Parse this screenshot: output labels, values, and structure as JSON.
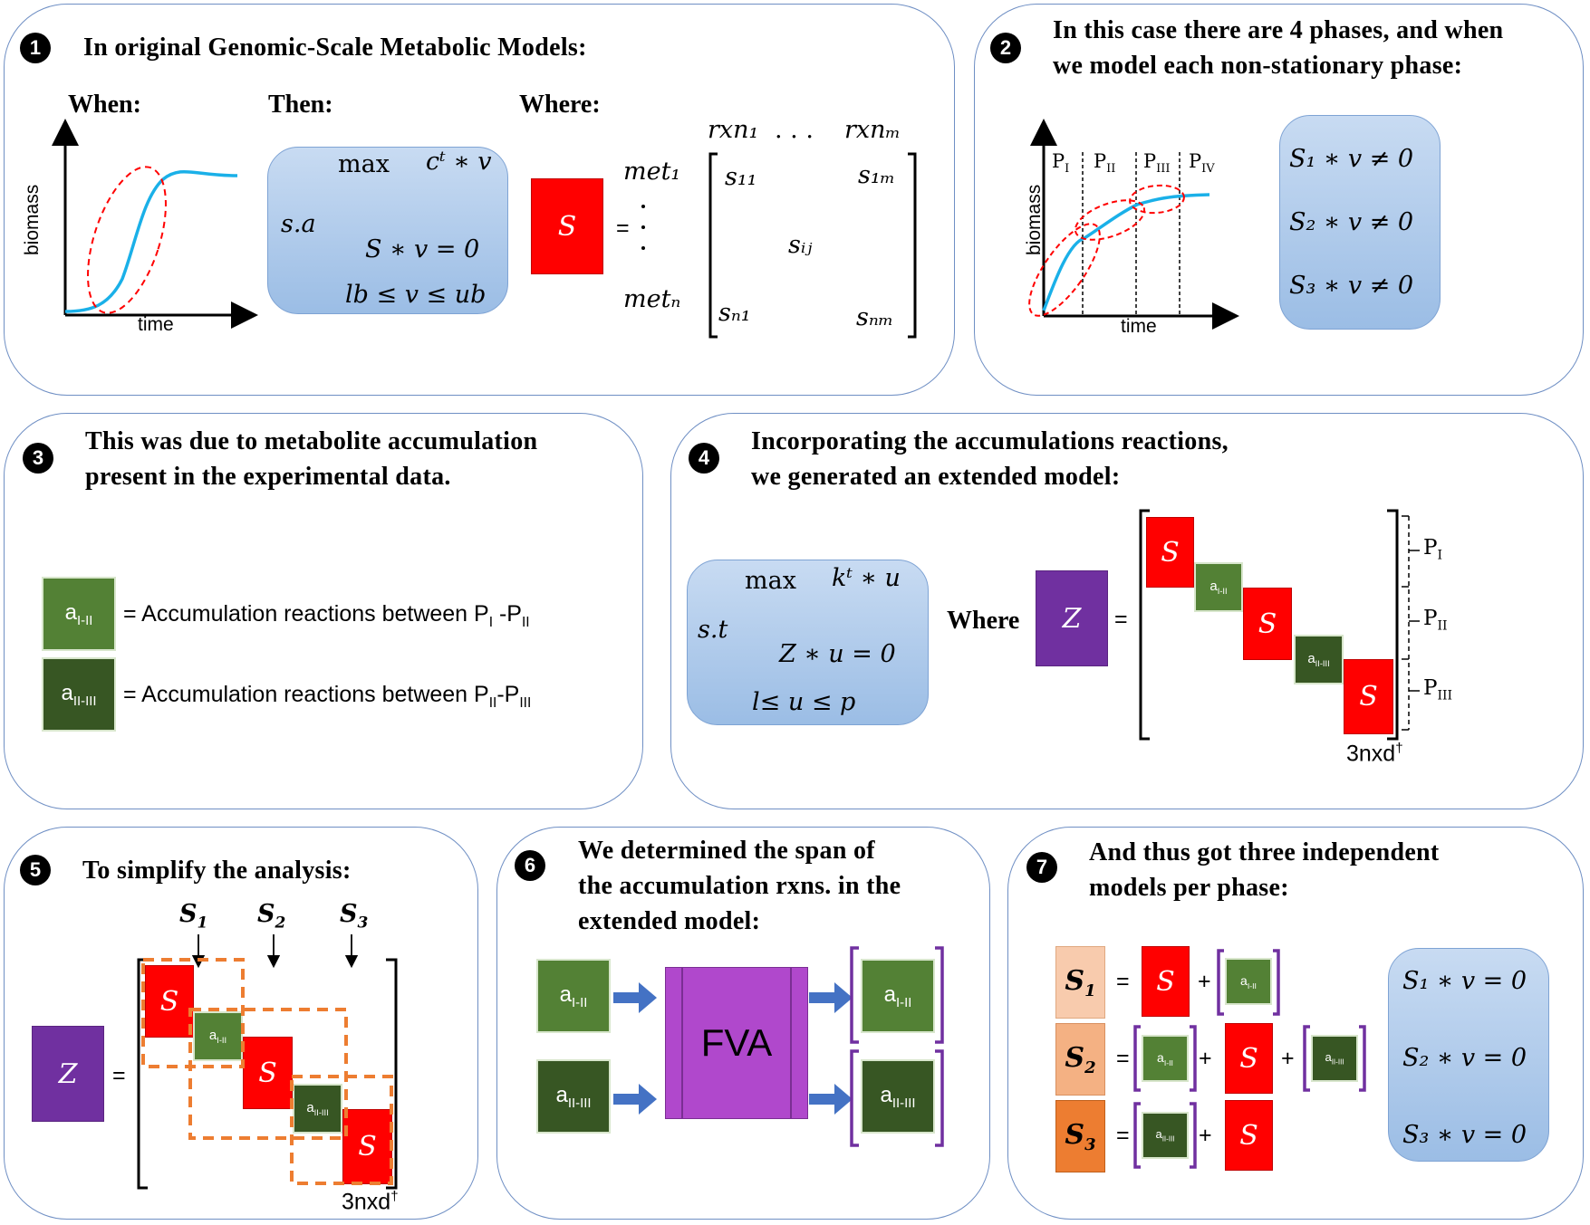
{
  "panel1": {
    "number": "1",
    "title": "In original Genomic-Scale Metabolic Models:",
    "when_label": "When:",
    "then_label": "Then:",
    "where_label": "Where:",
    "axis_y": "biomass",
    "axis_x": "time",
    "lp": {
      "line1": "max",
      "line1b": "cᵗ ∗ v",
      "line2": "s.a",
      "line3": "S ∗ v = 0",
      "line4": "lb ≤ v ≤ ub"
    },
    "s_symbol": "S",
    "equals": "=",
    "matrix": {
      "col_first": "rxn₁",
      "col_dots": ". . .",
      "col_last": "rxnₘ",
      "row_first": "met₁",
      "row_last": "metₙ",
      "s11": "s₁₁",
      "s1m": "s₁ₘ",
      "sij": "sᵢⱼ",
      "sn1": "sₙ₁",
      "snm": "sₙₘ"
    }
  },
  "panel2": {
    "number": "2",
    "title_line1": "In this case there are 4 phases, and when",
    "title_line2": "we model each non-stationary phase:",
    "axis_y": "biomass",
    "axis_x": "time",
    "phases": [
      "P",
      "P",
      "P",
      "P"
    ],
    "phase_subs": [
      "I",
      "II",
      "III",
      "IV"
    ],
    "equations": [
      "S₁ ∗ v ≠ 0",
      "S₂ ∗ v ≠ 0",
      "S₃ ∗ v ≠ 0"
    ]
  },
  "panel3": {
    "number": "3",
    "title_line1": "This was due to metabolite accumulation",
    "title_line2": "present in  the experimental data.",
    "row1": {
      "box": "a",
      "box_sub": "I-II",
      "text": "= Accumulation reactions between P",
      "s1": "I",
      "mid": " -P",
      "s2": "II"
    },
    "row2": {
      "box": "a",
      "box_sub": "II-III",
      "text": "= Accumulation reactions  between P",
      "s1": "II",
      "mid": "-P",
      "s2": "III"
    }
  },
  "panel4": {
    "number": "4",
    "title_line1": "Incorporating the accumulations reactions,",
    "title_line2": "we generated an extended model:",
    "lp": {
      "line1": "max",
      "line1b": "kᵗ ∗ u",
      "line2": "s.t",
      "line3": "Z ∗ u = 0",
      "line4": "l≤ u ≤ p"
    },
    "where_label": "Where",
    "z_symbol": "Z",
    "equals": "=",
    "blocks": [
      "S",
      "a",
      "S",
      "a",
      "S"
    ],
    "block_subs": [
      "",
      "I-II",
      "",
      "II-III",
      ""
    ],
    "phases": [
      "P",
      "P",
      "P"
    ],
    "phase_subs": [
      "I",
      "II",
      "III"
    ],
    "dim": "3nxd",
    "dagger": "†"
  },
  "panel5": {
    "number": "5",
    "title": "To simplify  the analysis:",
    "s_labels": [
      "S",
      "S",
      "S"
    ],
    "s_subs": [
      "1",
      "2",
      "3"
    ],
    "z_symbol": "Z",
    "equals": "=",
    "blocks": [
      "S",
      "a",
      "S",
      "a",
      "S"
    ],
    "block_subs": [
      "",
      "I-II",
      "",
      "II-III",
      ""
    ],
    "dim": "3nxd",
    "dagger": "†"
  },
  "panel6": {
    "number": "6",
    "title_line1": "We determined the span of",
    "title_line2": "the accumulation rxns. in the",
    "title_line3": "extended model:",
    "fva": "FVA",
    "in1": "a",
    "in1_sub": "I-II",
    "in2": "a",
    "in2_sub": "II-III",
    "out1": "a",
    "out1_sub": "I-II",
    "out2": "a",
    "out2_sub": "II-III"
  },
  "panel7": {
    "number": "7",
    "title_line1": "And thus got three independent",
    "title_line2": "models per phase:",
    "models": [
      {
        "name": "S",
        "sub": "1",
        "color": "#f8cbad"
      },
      {
        "name": "S",
        "sub": "2",
        "color": "#f4b183"
      },
      {
        "name": "S",
        "sub": "3",
        "color": "#ed7d31"
      }
    ],
    "s_symbol": "S",
    "plus": "+",
    "equals": "=",
    "a": "a",
    "sub_12": "I-II",
    "sub_23": "II-III",
    "equations": [
      "S₁ ∗ v = 0",
      "S₂ ∗ v = 0",
      "S₃ ∗ v = 0"
    ]
  },
  "colors": {
    "border": "#6f8fc4",
    "red": "#ff0000",
    "green_light": "#538135",
    "green_dark": "#375623",
    "purple": "#7030a0",
    "fva": "#b048cc",
    "arrow": "#4472c4",
    "curve": "#1ab0e8",
    "dashed_red": "#ff0000",
    "dashed_orange": "#ed7d31"
  }
}
